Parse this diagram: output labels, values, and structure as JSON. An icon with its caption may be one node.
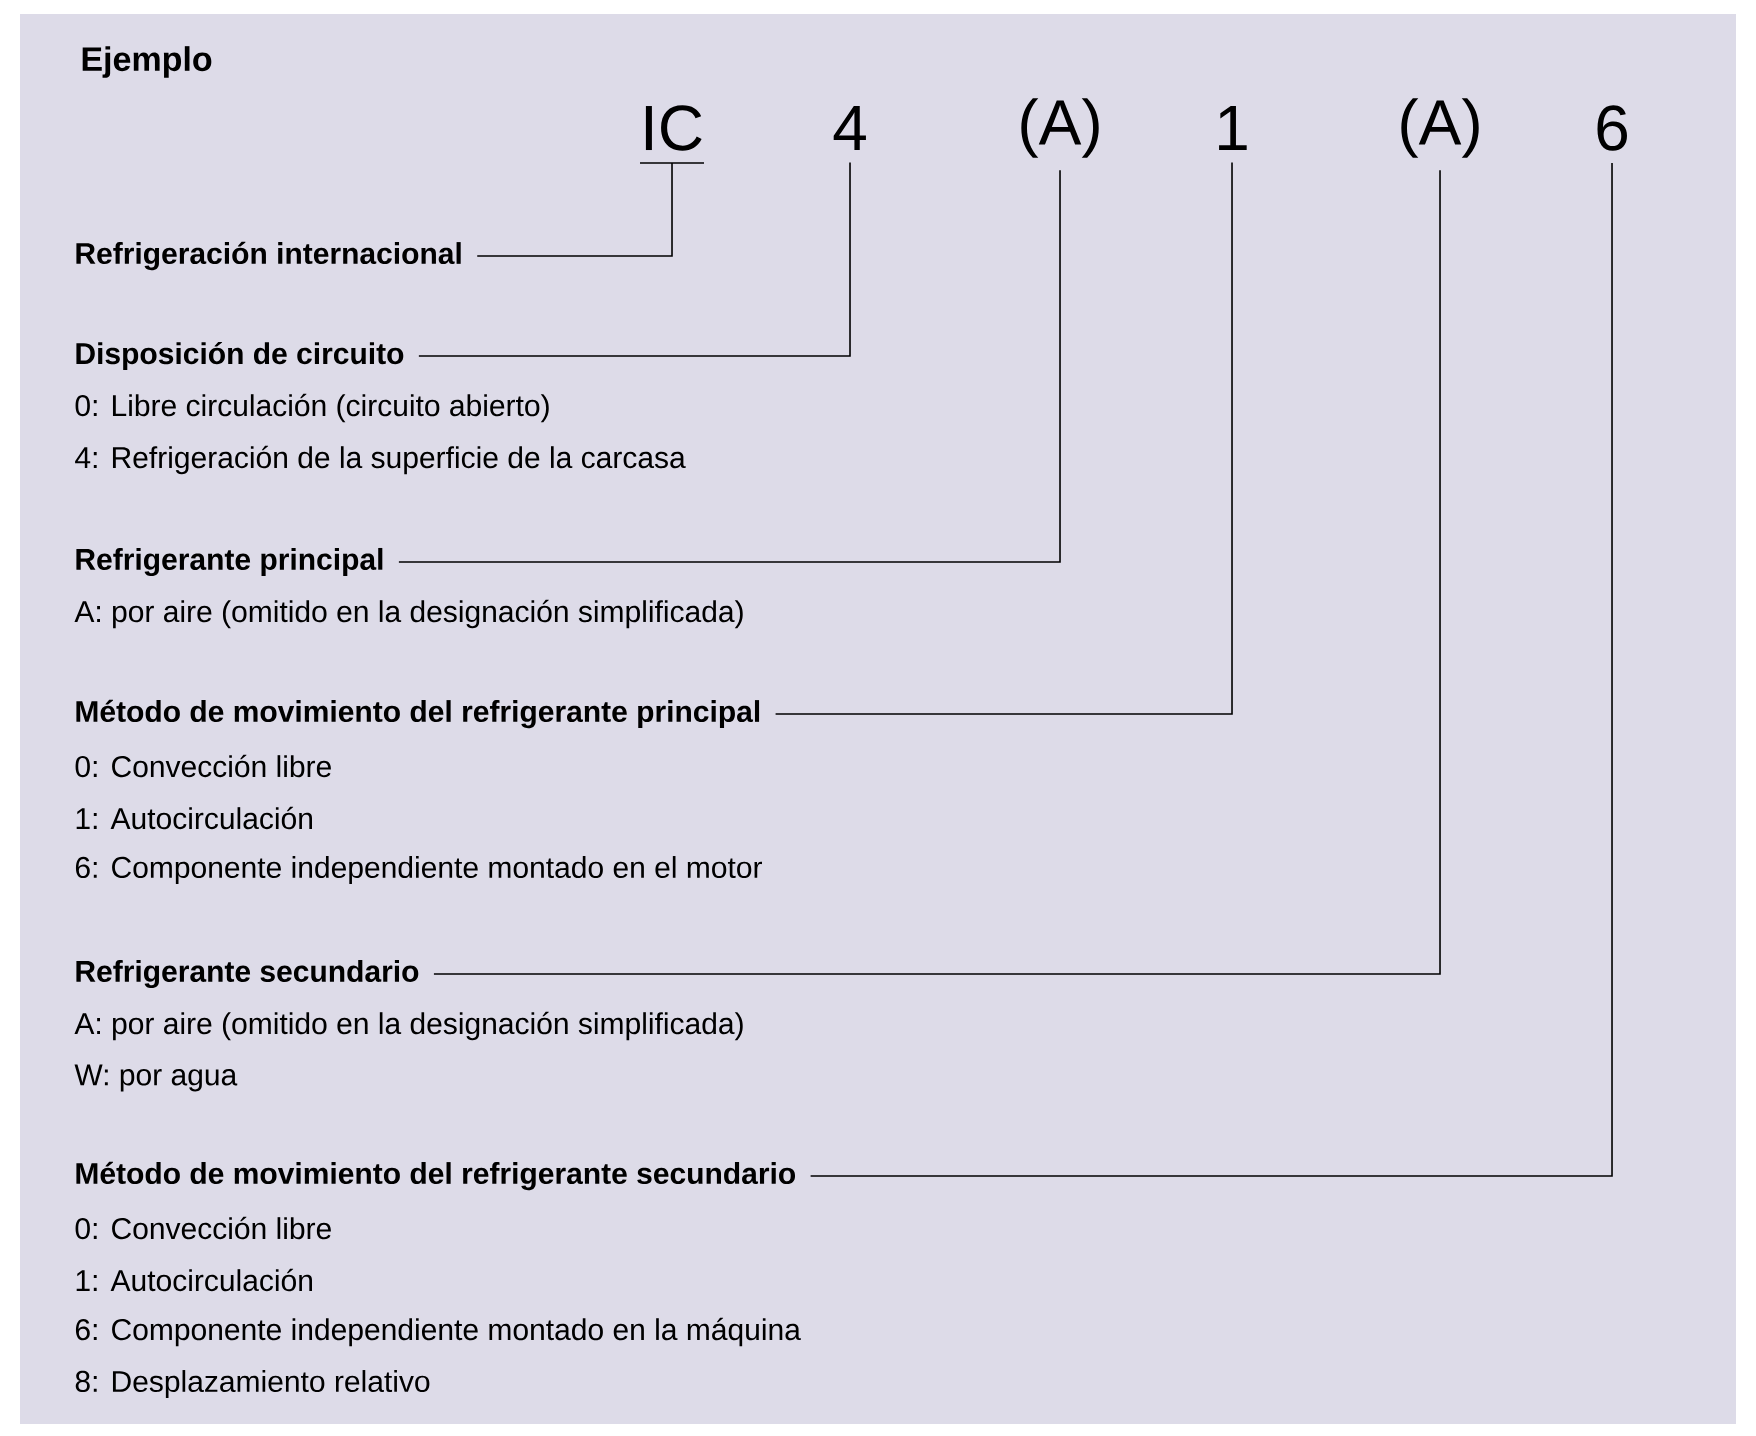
{
  "diagram": {
    "title": "Ejemplo",
    "nodes": [
      {
        "text": [
          "IC"
        ]
      },
      {
        "text": [
          "4"
        ]
      },
      {
        "text": [
          "(A)"
        ]
      },
      {
        "text": [
          "1"
        ]
      },
      {
        "text": [
          "(A)"
        ]
      },
      {
        "text": [
          "6"
        ]
      },
      {
        "text": [
          "Refrigeración internacional"
        ]
      },
      {
        "text": [
          "Disposición de circuito"
        ],
        "beside": [
          "0: Libre circulación (circuito abierto)",
          "4: Refrigeración de la superficie de la carcasa"
        ]
      },
      {
        "text": [
          "Refrigerante principal"
        ],
        "beside": [
          "A: por aire (omitido en la designación simplificada)"
        ]
      },
      {
        "text": [
          "Método de movimiento del refrigerante principal"
        ],
        "beside": [
          "0: Convección libre",
          "1: Autocirculación",
          "6: Componente independiente montado en el motor"
        ]
      },
      {
        "text": [
          "Refrigerante secundario"
        ],
        "beside": [
          "A: por aire (omitido en la designación simplificada)",
          "W: por agua"
        ]
      },
      {
        "text": [
          "Método de movimiento del refrigerante secundario"
        ],
        "beside": [
          "0: Convección libre",
          "1: Autocirculación",
          "6: Componente independiente montado en la máquina",
          "8: Desplazamiento relativo"
        ]
      }
    ],
    "edges": [
      {
        "from": 6,
        "to": 0,
        "arrow": "none"
      },
      {
        "from": 7,
        "to": 1,
        "arrow": "none"
      },
      {
        "from": 8,
        "to": 2,
        "arrow": "none"
      },
      {
        "from": 9,
        "to": 3,
        "arrow": "none"
      },
      {
        "from": 10,
        "to": 4,
        "arrow": "none"
      },
      {
        "from": 11,
        "to": 5,
        "arrow": "none"
      }
    ]
  }
}
